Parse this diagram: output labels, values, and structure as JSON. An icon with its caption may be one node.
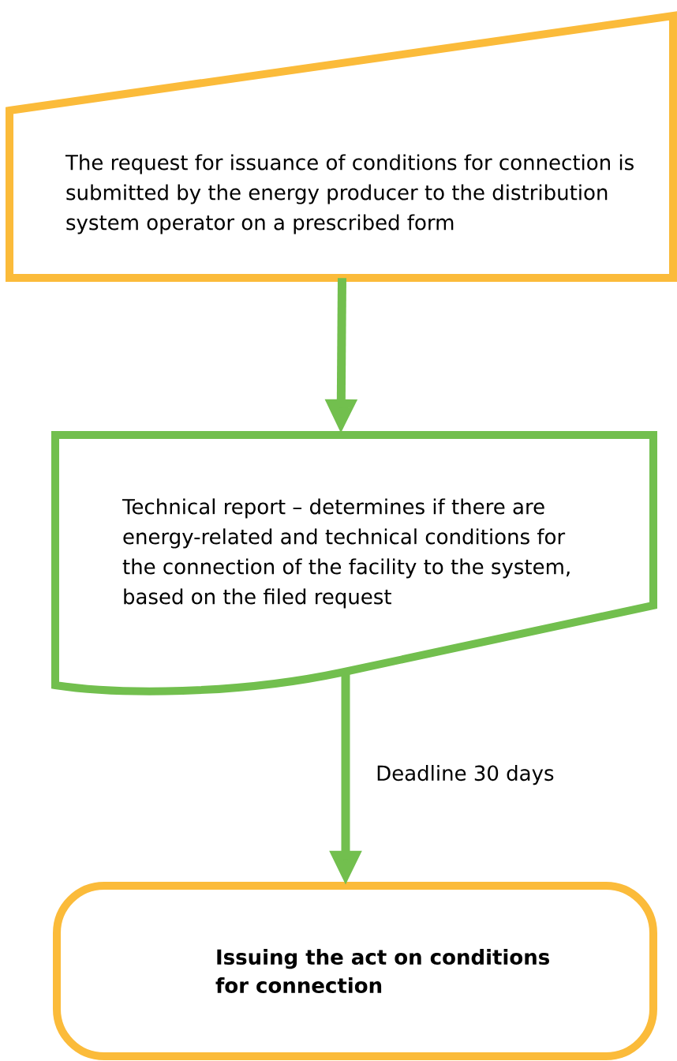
{
  "diagram": {
    "nodes": [
      {
        "text": [
          "The request for issuance of conditions for connection is submitted by the energy producer to the distribution system operator on a prescribed form"
        ]
      },
      {
        "text": [
          "Technical report – determines if there are energy-related and technical conditions for the connection of the facility to the system, based on the filed request"
        ]
      },
      {
        "text": [
          "Issuing the act on conditions for connection"
        ]
      }
    ],
    "edges": [
      {
        "from": 0,
        "to": 1,
        "arrow": "to"
      },
      {
        "from": 1,
        "to": 2,
        "arrow": "to",
        "label": "Deadline 30 days"
      }
    ]
  }
}
